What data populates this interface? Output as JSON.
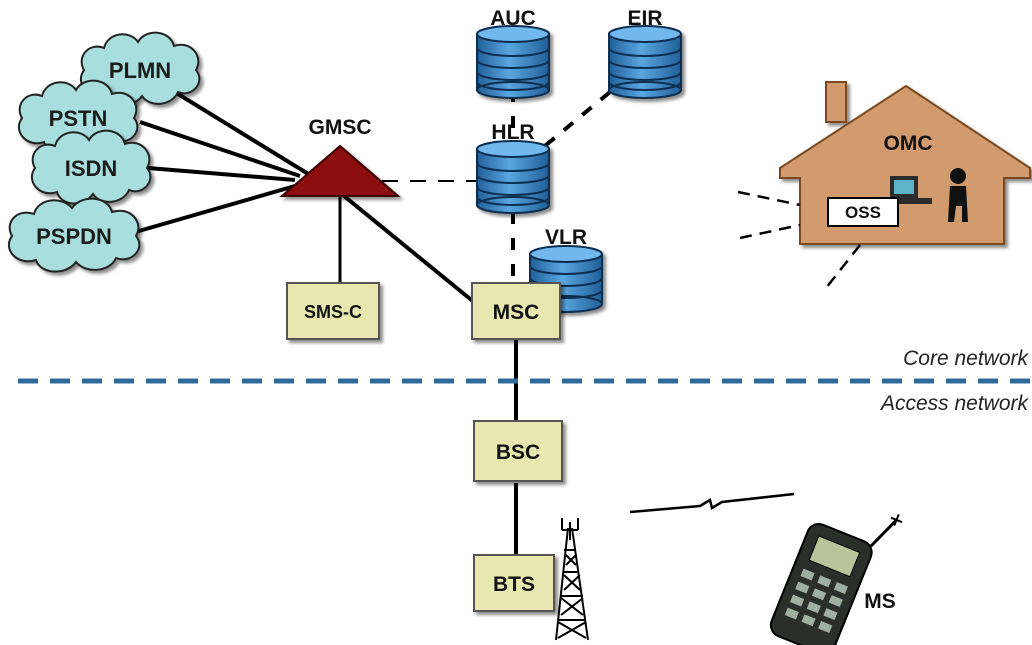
{
  "clouds": [
    "PLMN",
    "PSTN",
    "ISDN",
    "PSPDN"
  ],
  "nodes": {
    "gmsc": "GMSC",
    "auc": "AUC",
    "eir": "EIR",
    "hlr": "HLR",
    "vlr": "VLR",
    "sms_c": "SMS-C",
    "msc": "MSC",
    "bsc": "BSC",
    "bts": "BTS",
    "omc": "OMC",
    "oss": "OSS",
    "ms": "MS"
  },
  "regions": {
    "core": "Core network",
    "access": "Access network"
  },
  "colors": {
    "cloud_fill": "#a8dede",
    "database": "#3d86c6",
    "box_fill": "#e9e7b0",
    "gmsc": "#8b0d0d",
    "house": "#d29b6d",
    "divider": "#2f6b9c"
  }
}
